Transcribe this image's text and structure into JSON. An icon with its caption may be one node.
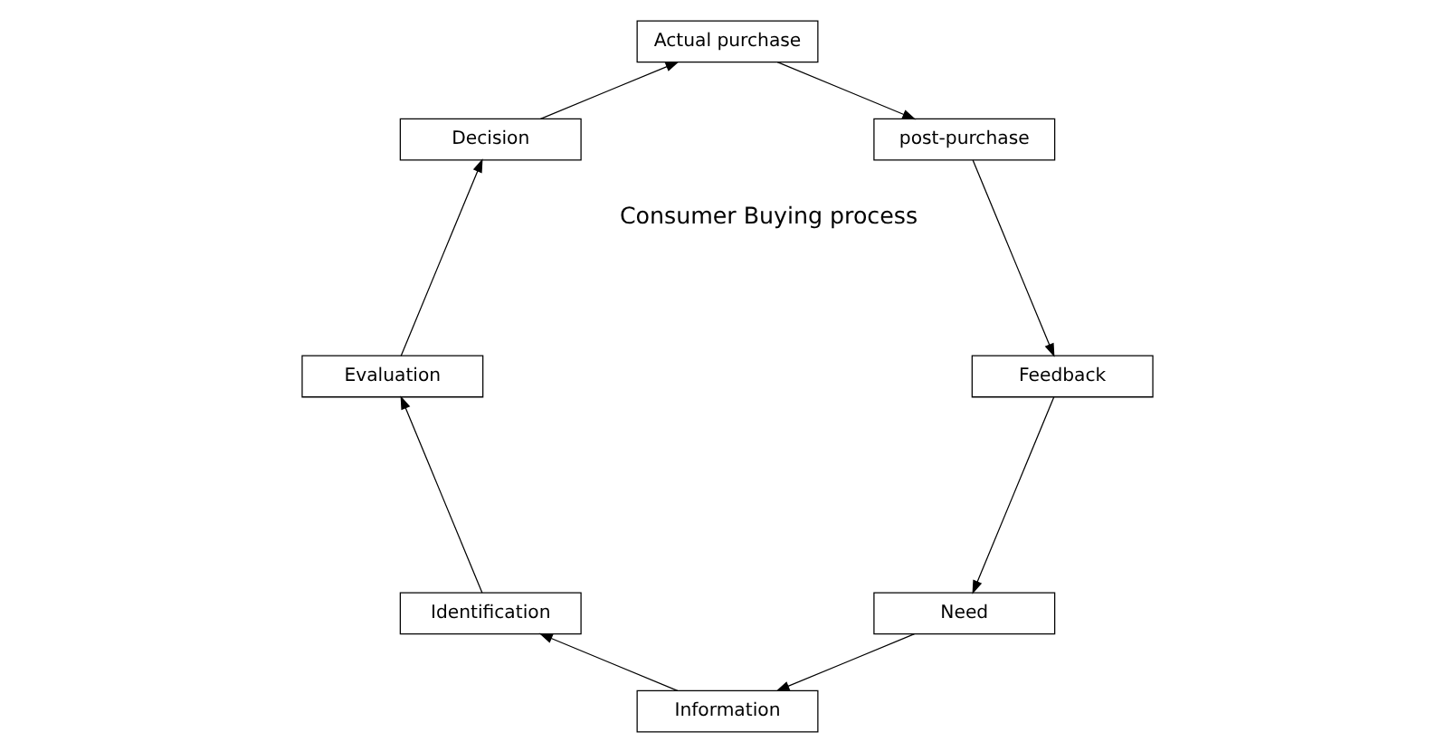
{
  "diagram": {
    "nodes": [
      {
        "text": [
          "Need"
        ]
      },
      {
        "text": [
          "Information"
        ]
      },
      {
        "text": [
          "Identification"
        ]
      },
      {
        "text": [
          "Evaluation"
        ]
      },
      {
        "text": [
          "Decision"
        ]
      },
      {
        "text": [
          "Actual purchase"
        ]
      },
      {
        "text": [
          "post-purchase"
        ]
      },
      {
        "text": [
          "Feedback"
        ]
      }
    ],
    "edges": [
      {
        "from": 0,
        "to": 1,
        "arrow": "to"
      },
      {
        "from": 1,
        "to": 2,
        "arrow": "to"
      },
      {
        "from": 2,
        "to": 3,
        "arrow": "to"
      },
      {
        "from": 3,
        "to": 4,
        "arrow": "to"
      },
      {
        "from": 4,
        "to": 5,
        "arrow": "to"
      },
      {
        "from": 5,
        "to": 6,
        "arrow": "to"
      },
      {
        "from": 6,
        "to": 7,
        "arrow": "to"
      },
      {
        "from": 7,
        "to": 0,
        "arrow": "to"
      }
    ],
    "labels": [
      "Consumer Buying process"
    ]
  }
}
